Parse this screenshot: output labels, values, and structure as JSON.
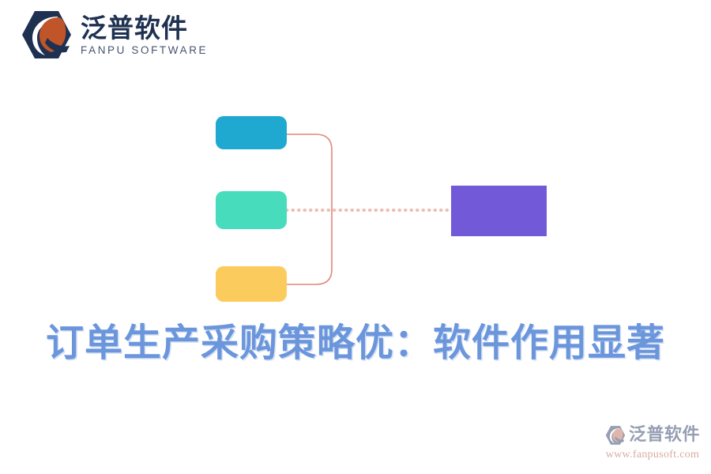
{
  "brand": {
    "name_cn": "泛普软件",
    "name_en": "FANPU SOFTWARE",
    "logo_icon": "fanpu-hexagon-logo-icon",
    "colors": {
      "navy": "#1f3151",
      "orange": "#c0552a"
    }
  },
  "diagram": {
    "nodes": [
      {
        "id": "node-blue",
        "label": "",
        "color": "#1fa8d0",
        "shape": "rounded-rect"
      },
      {
        "id": "node-green",
        "label": "",
        "color": "#46dcbc",
        "shape": "rounded-rect"
      },
      {
        "id": "node-yellow",
        "label": "",
        "color": "#fccb5e",
        "shape": "rounded-rect"
      },
      {
        "id": "node-purple",
        "label": "",
        "color": "#7159d8",
        "shape": "rect"
      }
    ],
    "connectors": [
      {
        "id": "bracket-connector",
        "style": "solid-curve",
        "color": "#e08878"
      },
      {
        "id": "dotted-connector",
        "style": "dotted",
        "color": "#edbdb2"
      }
    ]
  },
  "title": {
    "text": "订单生产采购策略优：软件作用显著",
    "color": "#6b96dc"
  },
  "watermark": {
    "name_cn": "泛普软件",
    "url": "www.fanpusoft.com",
    "logo_icon": "fanpu-watermark-logo-icon"
  }
}
